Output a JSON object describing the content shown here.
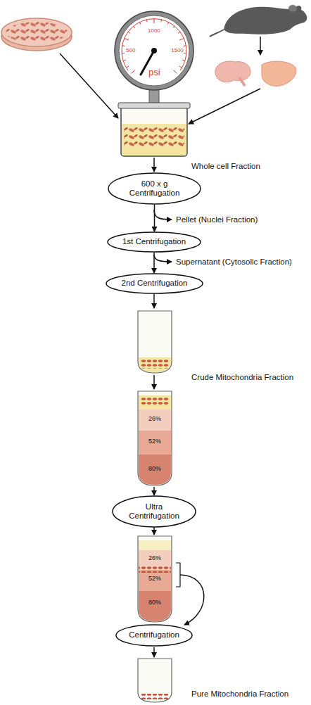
{
  "diagram": {
    "nodes": [
      {
        "text": [
          "600 x g Centrifugation"
        ]
      },
      {
        "text": [
          "1st Centrifugation"
        ]
      },
      {
        "text": [
          "2nd Centrifugation"
        ]
      },
      {
        "text": [
          "Ultra Centrifugation"
        ]
      },
      {
        "text": [
          "Centrifugation"
        ]
      }
    ],
    "edges": [
      {
        "from": 0,
        "to": 1,
        "arrow": "to"
      },
      {
        "from": 1,
        "to": 2,
        "arrow": "to"
      }
    ],
    "labels": [
      "1000",
      "500",
      "1500",
      "psi",
      "Whole cell Fraction",
      "Pellet (Nuclei Fraction)",
      "Supernatant (Cytosolic Fraction)",
      "Crude Mitochondria Fraction",
      "26%",
      "52%",
      "80%",
      "26%",
      "52%",
      "80%",
      "Pure Mitochondria Fraction"
    ]
  }
}
